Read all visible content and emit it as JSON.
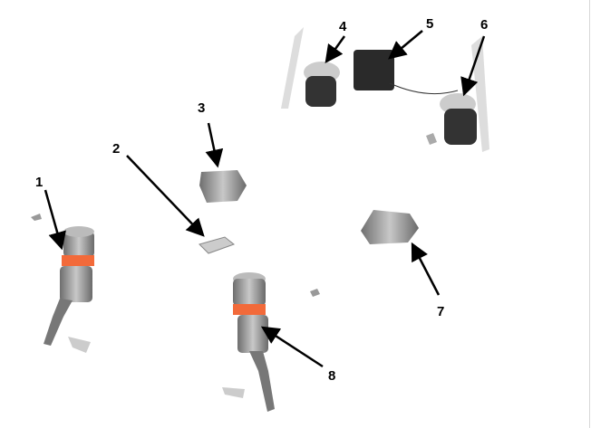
{
  "diagram": {
    "callouts": [
      {
        "label": "1",
        "part": "front-left-air-strut"
      },
      {
        "label": "2",
        "part": "control-unit-small"
      },
      {
        "label": "3",
        "part": "air-reservoir-front"
      },
      {
        "label": "4",
        "part": "rear-left-air-spring"
      },
      {
        "label": "5",
        "part": "compressor-unit"
      },
      {
        "label": "6",
        "part": "rear-right-air-spring"
      },
      {
        "label": "7",
        "part": "air-reservoir"
      },
      {
        "label": "8",
        "part": "front-right-air-strut"
      }
    ],
    "colors": {
      "accent": "#f26a3a",
      "part": "#8a8a8a",
      "arrow": "#000000"
    }
  }
}
